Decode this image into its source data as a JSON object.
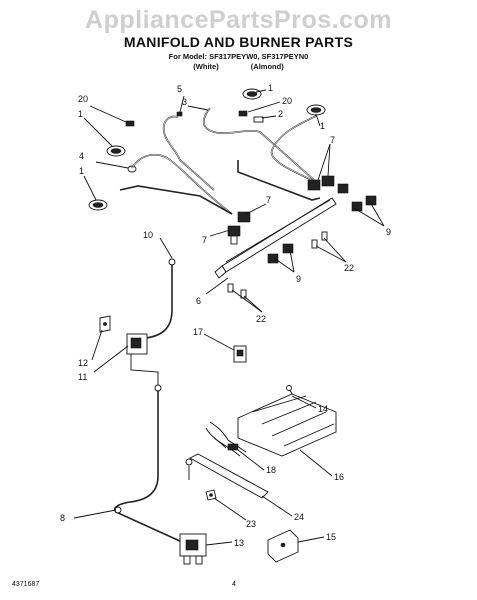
{
  "watermark": "AppliancePartsPros.com",
  "title": "MANIFOLD AND BURNER PARTS",
  "model_line": "For Model: SF317PEYW0, SF317PEYN0",
  "variants": [
    "(White)",
    "(Almond)"
  ],
  "footer": {
    "doc_number": "4371687",
    "page": "4"
  },
  "callouts": {
    "c1a": "1",
    "c1b": "1",
    "c1c": "1",
    "c1d": "1",
    "c2": "2",
    "c3": "3",
    "c4": "4",
    "c5": "5",
    "c6": "6",
    "c7a": "7",
    "c7b": "7",
    "c7c": "7",
    "c8": "8",
    "c9a": "9",
    "c9b": "9",
    "c10": "10",
    "c11": "11",
    "c12": "12",
    "c13": "13",
    "c14": "14",
    "c15": "15",
    "c16": "16",
    "c17": "17",
    "c18": "18",
    "c20a": "20",
    "c20b": "20",
    "c22a": "22",
    "c22b": "22",
    "c23": "23",
    "c24": "24"
  }
}
